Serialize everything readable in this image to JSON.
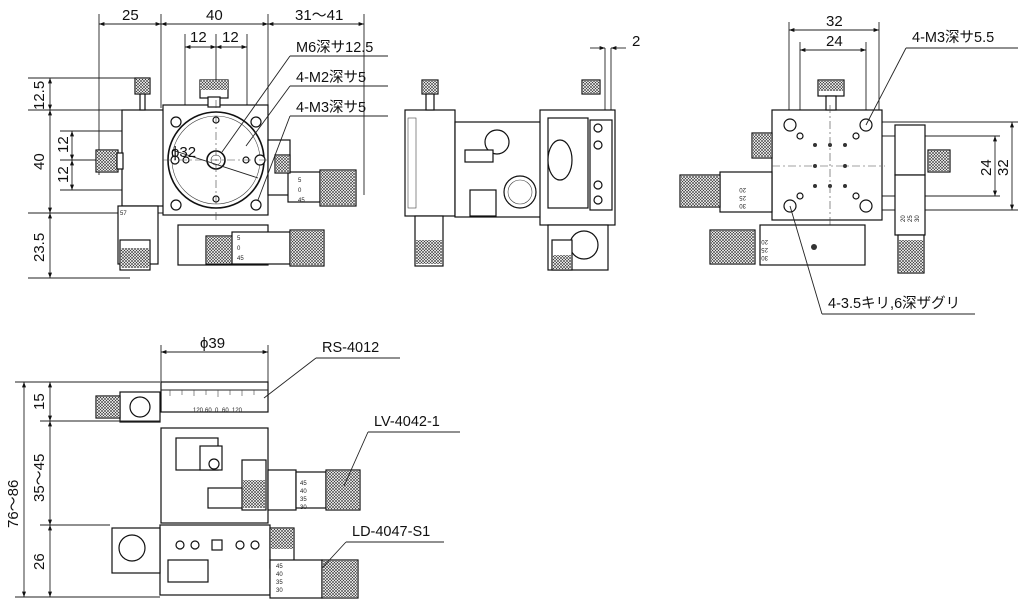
{
  "front_view": {
    "dims_top": [
      "25",
      "40",
      "31～41",
      "12",
      "12"
    ],
    "dims_left": [
      "12.5",
      "40",
      "12",
      "12",
      "23.5"
    ],
    "diameter": "ϕ32",
    "callouts": [
      "M6深サ12.5",
      "4-M2深サ5",
      "4-M3深サ5"
    ],
    "scale_ticks": [
      "5",
      "0",
      "45",
      "5",
      "0",
      "45",
      "57"
    ]
  },
  "side_view": {
    "dim": "2"
  },
  "top_view": {
    "dims_top": [
      "32",
      "24"
    ],
    "dims_right": [
      "24",
      "32"
    ],
    "callouts": [
      "4-M3深サ5.5",
      "4-3.5キリ,6深ザグリ"
    ],
    "scale_ticks": [
      "20",
      "25",
      "30",
      "20",
      "25",
      "30",
      "20",
      "25",
      "30"
    ]
  },
  "bottom_view": {
    "diameter": "ϕ39",
    "dims_left": [
      "15",
      "35～45",
      "76～86",
      "26"
    ],
    "model_labels": [
      "RS-4012",
      "LV-4042-1",
      "LD-4047-S1"
    ],
    "rotary_scale": [
      "120",
      "60",
      "0",
      "60",
      "120"
    ],
    "scale_ticks": [
      "45",
      "40",
      "35",
      "30",
      "45",
      "40",
      "35",
      "30"
    ]
  }
}
